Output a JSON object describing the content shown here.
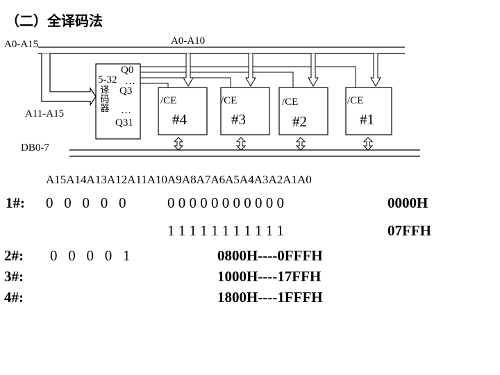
{
  "title": "（二）全译码法",
  "bus": {
    "addr_full": "A0-A15",
    "addr_low": "A0-A10",
    "addr_high": "A11-A15",
    "data": "DB0-7"
  },
  "decoder": {
    "type": "5-32",
    "label_chars": [
      "译",
      "码",
      "器"
    ],
    "out0": "Q0",
    "ellipsis1": "…",
    "out3": "Q3",
    "ellipsis2": "…",
    "out31": "Q31"
  },
  "chips": [
    {
      "ce": "/CE",
      "id": "#4"
    },
    {
      "ce": "/CE",
      "id": "#3"
    },
    {
      "ce": "/CE",
      "id": "#2"
    },
    {
      "ce": "/CE",
      "id": "#1"
    }
  ],
  "address_bits_header": "A15A14A13A12A11A10A9A8A7A6A5A4A3A2A1A0",
  "rows": {
    "r1_label": "1#:",
    "r1_high": "0   0   0   0   0",
    "r1_low": "0 0 0 0 0 0 0 0 0 0 0",
    "r1_hex": "0000H",
    "r1b_low": "1 1 1 1 1 1 1 1 1 1 1",
    "r1b_hex": "07FFH",
    "r2_label": "2#:",
    "r2_high": "0   0   0   0   1",
    "r2_range": "0800H----0FFFH",
    "r3_label": "3#:",
    "r3_range": "1000H----17FFH",
    "r4_label": "4#:",
    "r4_range": "1800H----1FFFH"
  }
}
